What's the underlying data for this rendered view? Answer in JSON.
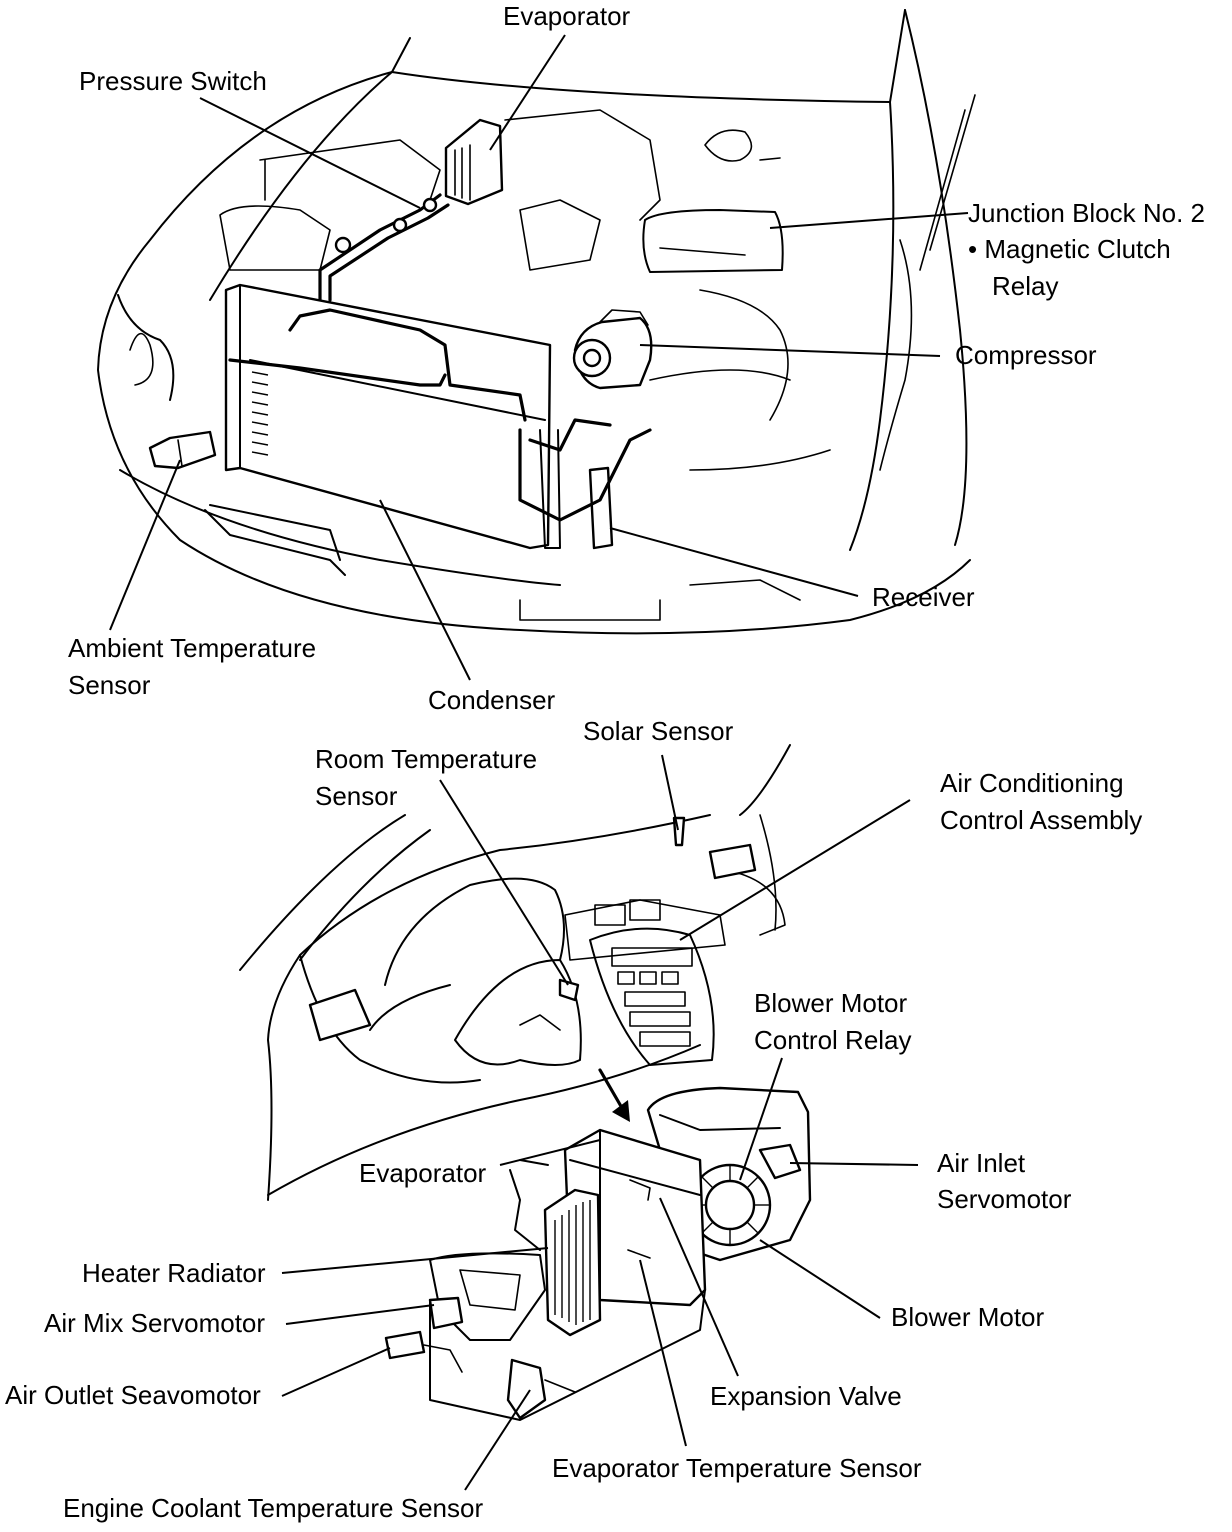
{
  "labels": {
    "evaporator_top": "Evaporator",
    "pressure_switch": "Pressure Switch",
    "junction_block": "Junction Block No. 2",
    "magnetic_clutch": "• Magnetic Clutch",
    "magnetic_clutch_relay": "Relay",
    "compressor": "Compressor",
    "receiver": "Receiver",
    "ambient_line1": "Ambient Temperature",
    "ambient_line2": "Sensor",
    "condenser": "Condenser",
    "solar_sensor": "Solar Sensor",
    "room_line1": "Room Temperature",
    "room_line2": "Sensor",
    "ac_control_line1": "Air Conditioning",
    "ac_control_line2": "Control Assembly",
    "blower_relay_line1": "Blower Motor",
    "blower_relay_line2": "Control Relay",
    "evaporator_bottom": "Evaporator",
    "air_inlet_line1": "Air Inlet",
    "air_inlet_line2": "Servomotor",
    "heater_radiator": "Heater Radiator",
    "air_mix": "Air Mix Servomotor",
    "air_outlet": "Air Outlet Seavomotor",
    "blower_motor": "Blower Motor",
    "expansion_valve": "Expansion Valve",
    "evap_temp_sensor": "Evaporator Temperature Sensor",
    "engine_coolant": "Engine Coolant Temperature Sensor"
  }
}
